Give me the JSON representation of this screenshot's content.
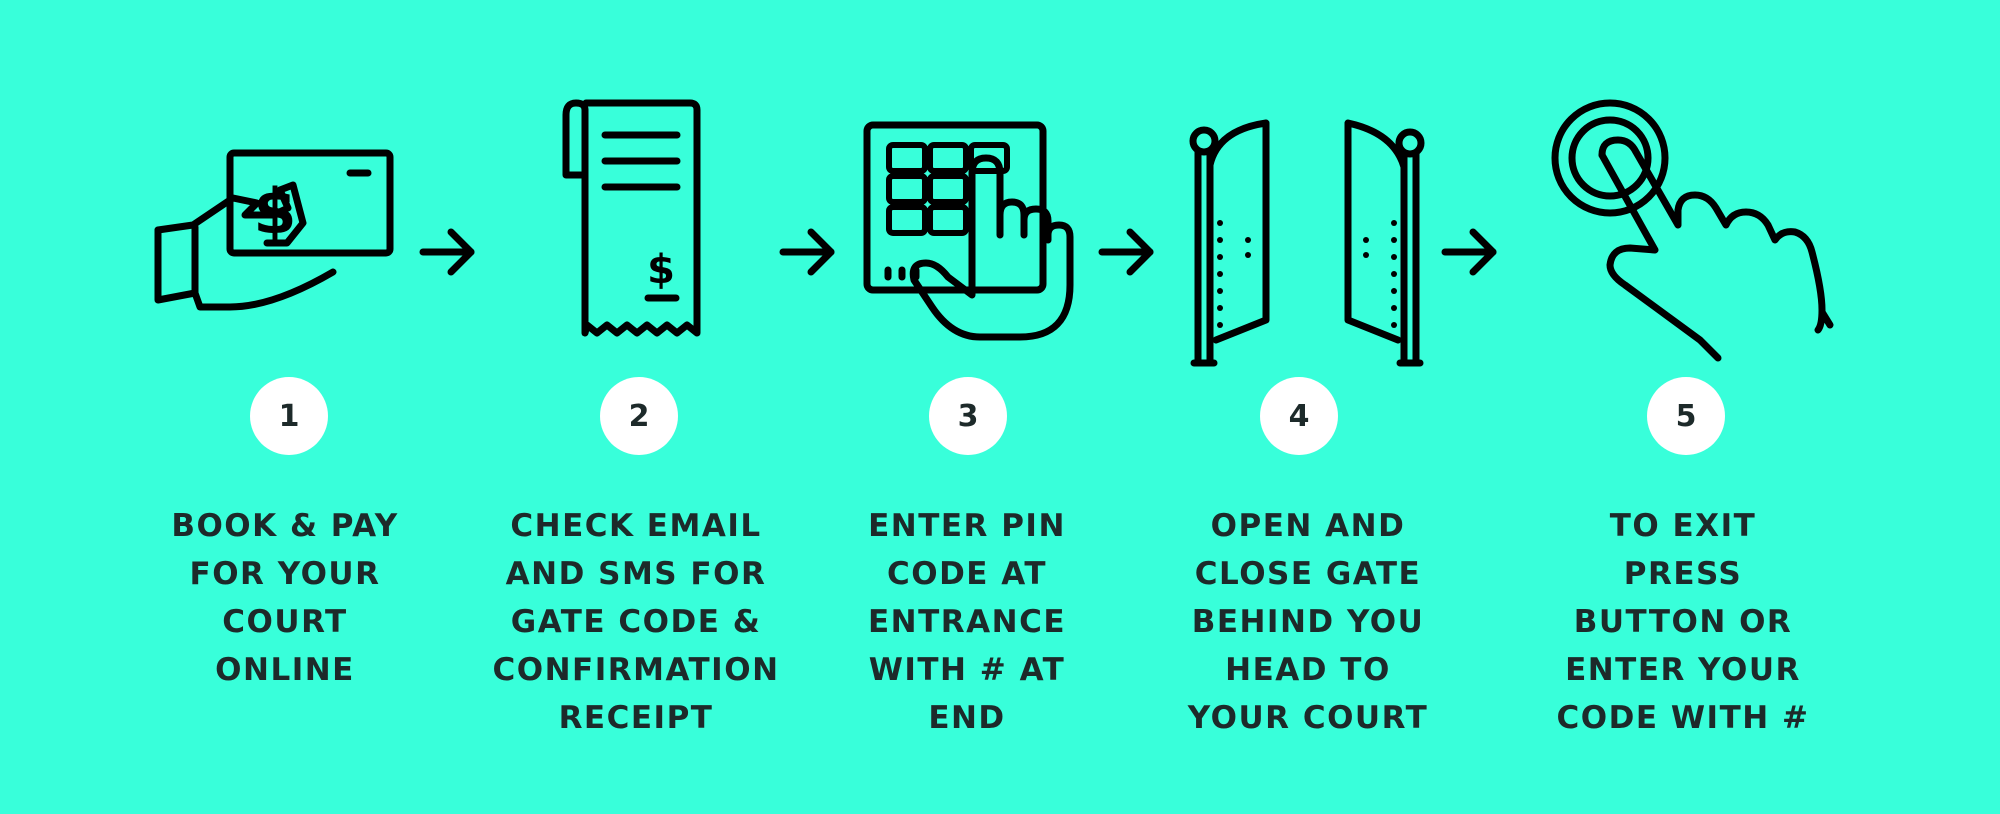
{
  "steps": [
    {
      "number": "1",
      "caption": "BOOK & PAY\nFOR YOUR\nCOURT\nONLINE",
      "icon": "hand-money-icon"
    },
    {
      "number": "2",
      "caption": "CHECK EMAIL\nAND SMS FOR\nGATE CODE &\nCONFIRMATION\nRECEIPT",
      "icon": "receipt-icon"
    },
    {
      "number": "3",
      "caption": "ENTER PIN\nCODE AT\nENTRANCE\nWITH # AT\nEND",
      "icon": "keypad-icon"
    },
    {
      "number": "4",
      "caption": "OPEN AND\nCLOSE GATE\nBEHIND YOU\nHEAD TO\nYOUR COURT",
      "icon": "gate-icon"
    },
    {
      "number": "5",
      "caption": "TO EXIT\nPRESS\nBUTTON OR\nENTER YOUR\nCODE WITH #",
      "icon": "press-button-icon"
    }
  ],
  "colors": {
    "background": "#38ffda",
    "text": "#1d2a2a",
    "badge": "#ffffff",
    "icon": "#000000"
  },
  "icon_text": {
    "currency_symbol": "$"
  }
}
